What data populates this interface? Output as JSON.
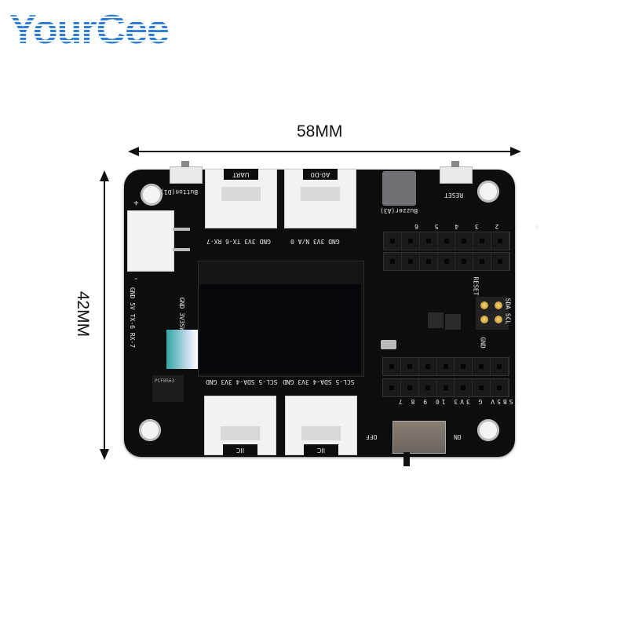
{
  "logo": {
    "text": "YourCee",
    "color": "#2f7fd8"
  },
  "dimensions": {
    "width_label": "58MM",
    "height_label": "42MM"
  },
  "board": {
    "button_d1": "Button(D1)",
    "reset": "RESET",
    "buzzer": "Buzzer(A3)",
    "uart_tag": "UART",
    "a0d0_tag": "A0-D0",
    "uart_pins": "GND 3V3 TX-6 RX-7",
    "a0d0_pins": "GND 3V3 N/A 0",
    "left_pins": "GND 5V TX-6 RX-7",
    "oled_side": "GND 3V3SW",
    "battery_plus": "+",
    "battery_minus": "-",
    "top_header_labels": "0 1 2 3 4 5 6",
    "bottom_header_labels": "USB5V G 3V3 10 9 8 7",
    "iic_left_pins": "SCL-5 SDA-4 3V3 GND",
    "iic_right_pins": "SCL-5 SDA-4 3V3 GND",
    "iic_tag_left": "IIC",
    "iic_tag_right": "IIC",
    "reset_pad": "RESET",
    "gnd_pad": "GND",
    "sda_scl": "SDA SCL",
    "chip": "PCF8563",
    "switch_off": "OFF",
    "switch_on": "ON"
  }
}
